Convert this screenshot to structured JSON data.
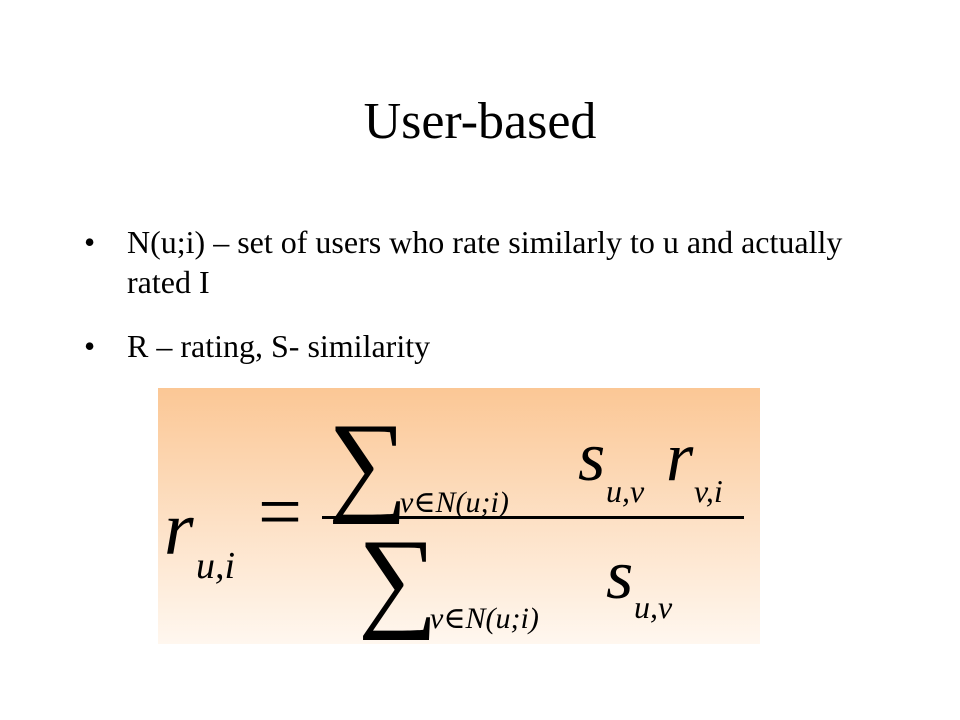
{
  "slide": {
    "title": "User-based",
    "bullets": [
      "N(u;i) – set of users who rate similarly to u and actually rated I",
      "R – rating, S- similarity"
    ],
    "bullet_glyph": "•"
  },
  "formula": {
    "lhs_symbol": "r",
    "lhs_subscript": "u,i",
    "equals": "=",
    "sum_symbol": "∑",
    "sum_index": "v∈N(u;i)",
    "s_symbol": "s",
    "s_subscript": "u,v",
    "r_symbol": "r",
    "r_subscript": "v,i",
    "background_top": "#fbc795",
    "background_bottom": "#fff7ef"
  }
}
